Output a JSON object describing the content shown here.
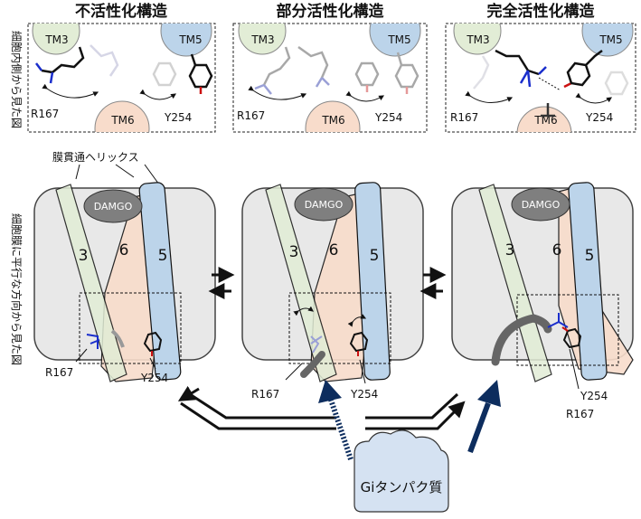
{
  "state_titles": [
    "不活性化構造",
    "部分活性化構造",
    "完全活性化構造"
  ],
  "side_labels": {
    "top_view": "細胞内側から見た図",
    "side_view": "細胞膜に平行な方向から見た図"
  },
  "helix_label": "膜貫通ヘリックス",
  "ligand": "DAMGO",
  "tm_labels": {
    "tm3": "TM3",
    "tm5": "TM5",
    "tm6": "TM6"
  },
  "helix_numbers": {
    "h3": "3",
    "h6": "6",
    "h5": "5"
  },
  "residues": {
    "r167": "R167",
    "y254": "Y254"
  },
  "g_protein": "Giタンパク質",
  "colors": {
    "tm3": "#e2edd6",
    "tm5": "#bcd4ea",
    "tm6": "#f8dccb",
    "receptor": "#e8e8e8",
    "ligand": "#7f7f7f",
    "arrow": "#0d2d5e"
  }
}
